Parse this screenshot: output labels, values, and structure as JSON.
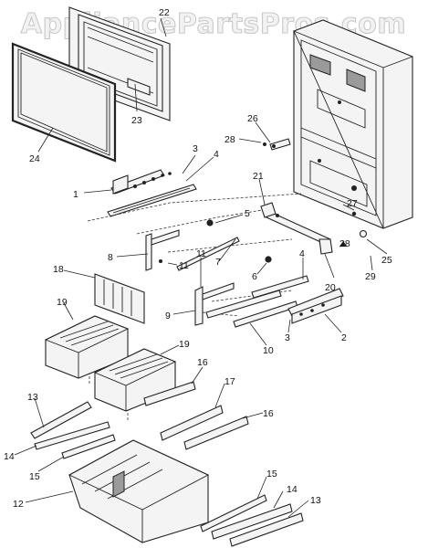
{
  "watermark": "AppliancePartsPros.com",
  "diagram_type": "exploded parts diagram",
  "callouts": {
    "c1": "1",
    "c2": "2",
    "c3a": "3",
    "c3b": "3",
    "c4a": "4",
    "c4b": "4",
    "c5": "5",
    "c6": "6",
    "c7": "7",
    "c8": "8",
    "c9": "9",
    "c10": "10",
    "c11a": "11",
    "c11b": "11",
    "c12": "12",
    "c13a": "13",
    "c13b": "13",
    "c14a": "14",
    "c14b": "14",
    "c15a": "15",
    "c15b": "15",
    "c16a": "16",
    "c16b": "16",
    "c17": "17",
    "c18": "18",
    "c19a": "19",
    "c19b": "19",
    "c20": "20",
    "c21": "21",
    "c22": "22",
    "c23": "23",
    "c24": "24",
    "c25": "25",
    "c26": "26",
    "c27": "27",
    "c28a": "28",
    "c28b": "28",
    "c29": "29"
  }
}
